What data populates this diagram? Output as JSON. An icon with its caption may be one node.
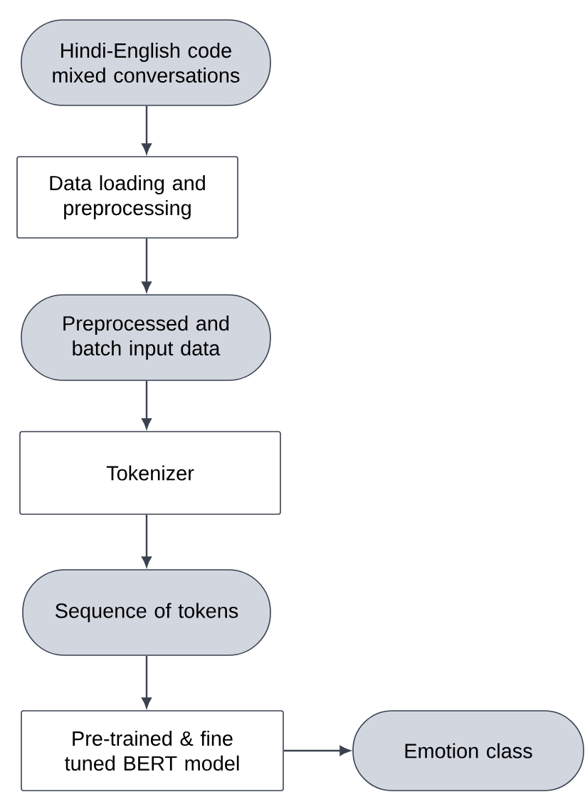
{
  "diagram": {
    "nodes": [
      {
        "text": [
          "Hindi-English code mixed conversations"
        ]
      },
      {
        "text": [
          "Data loading and preprocessing"
        ]
      },
      {
        "text": [
          "Preprocessed and batch input data"
        ]
      },
      {
        "text": [
          "Tokenizer"
        ]
      },
      {
        "text": [
          "Sequence of tokens"
        ]
      },
      {
        "text": [
          "Pre-trained & fine tuned BERT model"
        ]
      },
      {
        "text": [
          "Emotion class"
        ]
      }
    ],
    "edges": [
      {
        "from": 0,
        "to": 1,
        "arrow": "to"
      },
      {
        "from": 1,
        "to": 2,
        "arrow": "to"
      },
      {
        "from": 2,
        "to": 3,
        "arrow": "to"
      },
      {
        "from": 3,
        "to": 4,
        "arrow": "to"
      },
      {
        "from": 4,
        "to": 5,
        "arrow": "to"
      },
      {
        "from": 5,
        "to": 6,
        "arrow": "to"
      }
    ]
  }
}
